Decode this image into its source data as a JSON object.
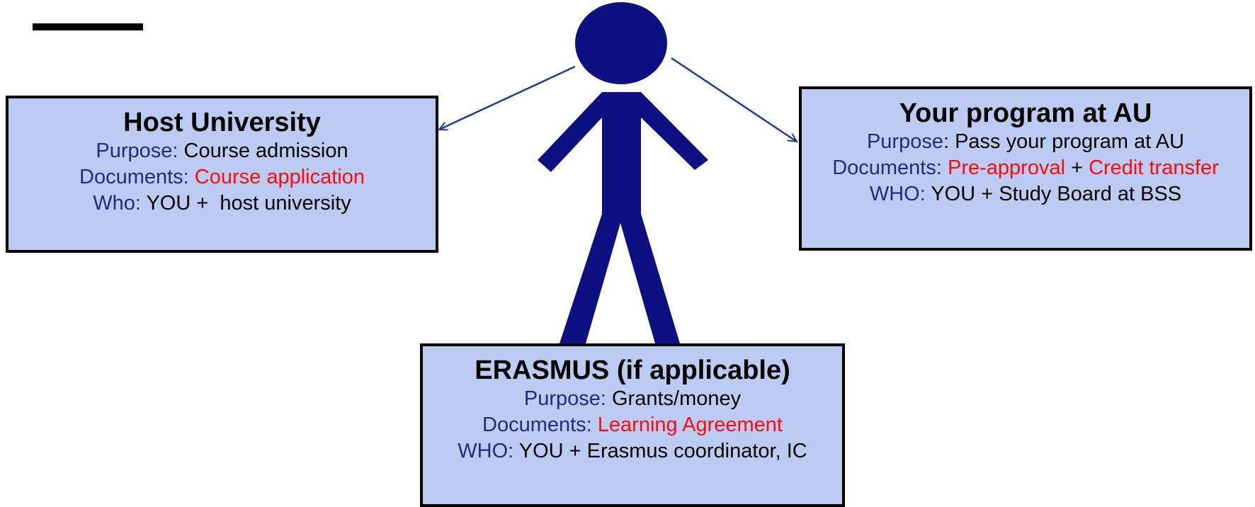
{
  "colors": {
    "figure": "#0d1080",
    "box_fill": "#bccbf2",
    "box_border": "#000000",
    "label": "#1f2d80",
    "document": "#ff0a0a",
    "arrow": "#1f3c8c"
  },
  "host": {
    "title": "Host University",
    "purpose_label": "Purpose:",
    "purpose_value": "Course admission",
    "documents_label": "Documents:",
    "documents_value": "Course application",
    "who_label": "Who:",
    "who_value": "YOU +  host university"
  },
  "au": {
    "title": "Your program at AU",
    "purpose_label": "Purpose",
    "purpose_value": ": Pass your program at AU",
    "documents_label": "Documents:",
    "documents_doc1": "Pre-approval",
    "documents_join": "+",
    "documents_doc2": "Credit transfer",
    "who_label": "WHO:",
    "who_value": "YOU + Study Board at BSS"
  },
  "erasmus": {
    "title": "ERASMUS (if applicable)",
    "purpose_label": "Purpose:",
    "purpose_value": "Grants/money",
    "documents_label": "Documents:",
    "documents_value": "Learning Agreement",
    "who_label": "WHO:",
    "who_value": "YOU + Erasmus coordinator, IC"
  }
}
